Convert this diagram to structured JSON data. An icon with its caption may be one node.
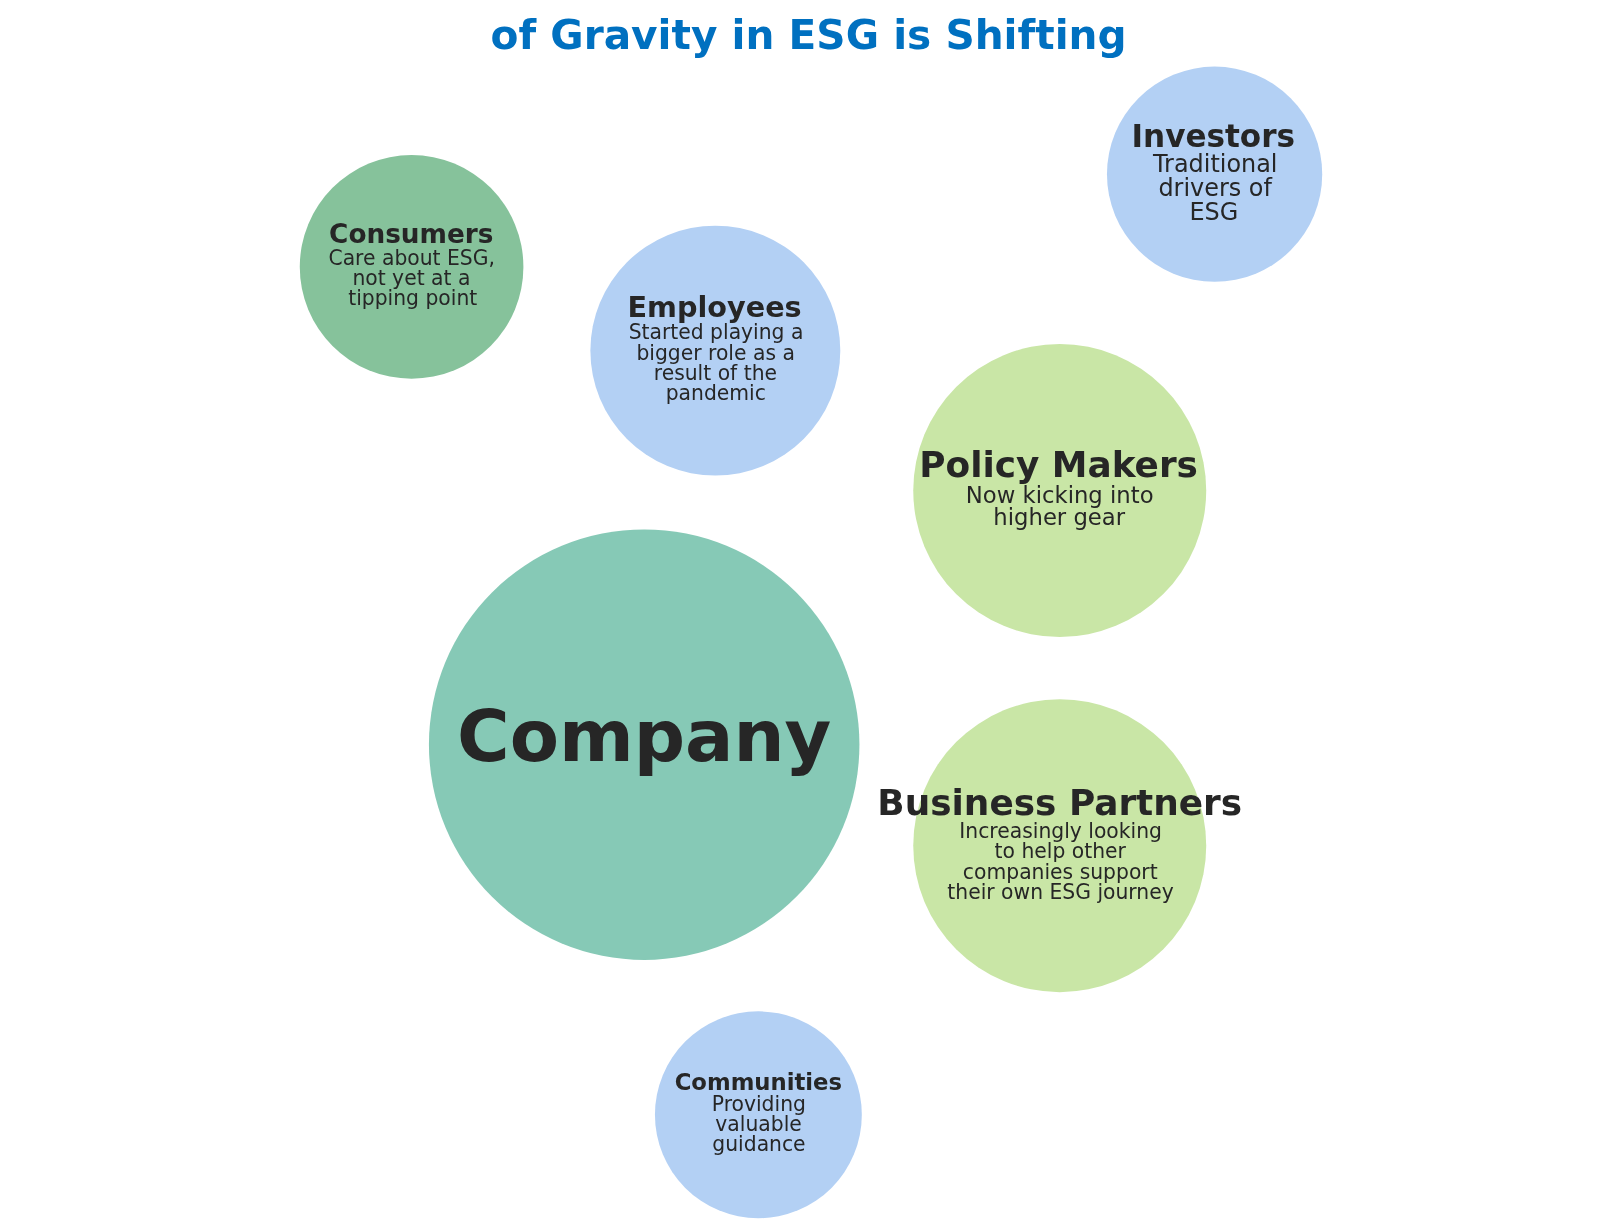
{
  "diagram": {
    "title": "of Gravity in ESG is Shifting",
    "nodes": [
      {
        "text": [
          "Consumers",
          "Care about ESG, not yet at a tipping point"
        ]
      },
      {
        "text": [
          "Investors",
          "Traditional drivers of ESG"
        ]
      },
      {
        "text": [
          "Company"
        ]
      },
      {
        "text": [
          "Business Partners",
          "Increasingly looking to help other companies support their own ESG journey"
        ]
      },
      {
        "text": [
          "Employees",
          "Started playing a bigger role as a result of the pandemic"
        ]
      },
      {
        "text": [
          "Communities",
          "Providing valuable guidance"
        ]
      },
      {
        "text": [
          "Policy Makers",
          "Now kicking into higher gear"
        ]
      }
    ],
    "edges": []
  }
}
